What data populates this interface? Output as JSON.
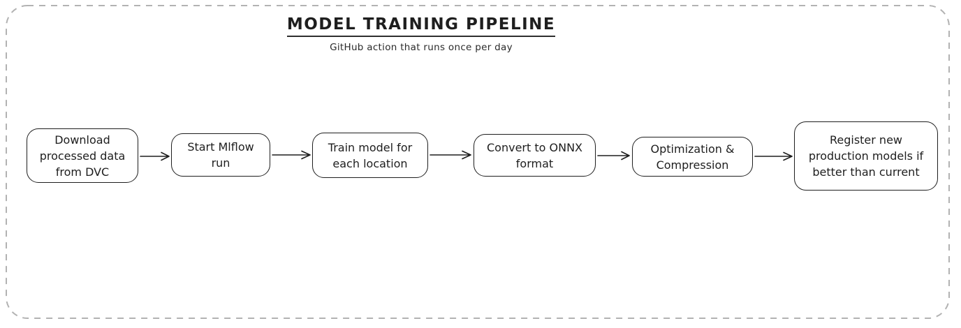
{
  "header": {
    "title": "MODEL TRAINING PIPELINE",
    "subtitle": "GitHub action that runs once per day"
  },
  "pipeline": {
    "steps": [
      {
        "label": "Download\nprocessed data\nfrom DVC"
      },
      {
        "label": "Start Mlflow\nrun"
      },
      {
        "label": "Train model for\neach location"
      },
      {
        "label": "Convert to ONNX\nformat"
      },
      {
        "label": "Optimization &\nCompression"
      },
      {
        "label": "Register new\nproduction models if\nbetter than current"
      }
    ]
  },
  "colors": {
    "stroke": "#1e1e1e",
    "frame_dash": "#b2b2b2",
    "background": "#ffffff"
  }
}
